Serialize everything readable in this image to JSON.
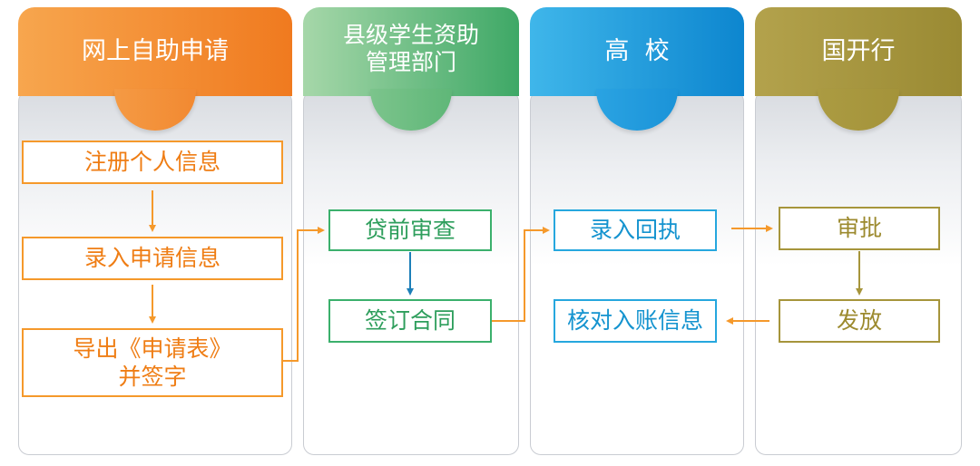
{
  "columns": [
    {
      "title": "网上自助申请",
      "color": "#f58a2b"
    },
    {
      "title": "县级学生资助\n管理部门",
      "color": "#4cae6e"
    },
    {
      "title": "高  校",
      "color": "#1599dc"
    },
    {
      "title": "国开行",
      "color": "#a6953b"
    }
  ],
  "steps": {
    "online": {
      "register": "注册个人信息",
      "enter_application": "录入申请信息",
      "export_sign": "导出《申请表》\n并签字"
    },
    "county": {
      "pre_loan_review": "贷前审查",
      "sign_contract": "签订合同"
    },
    "university": {
      "enter_receipt": "录入回执",
      "verify_account": "核对入账信息"
    },
    "cdb": {
      "approve": "审批",
      "disburse": "发放"
    }
  }
}
